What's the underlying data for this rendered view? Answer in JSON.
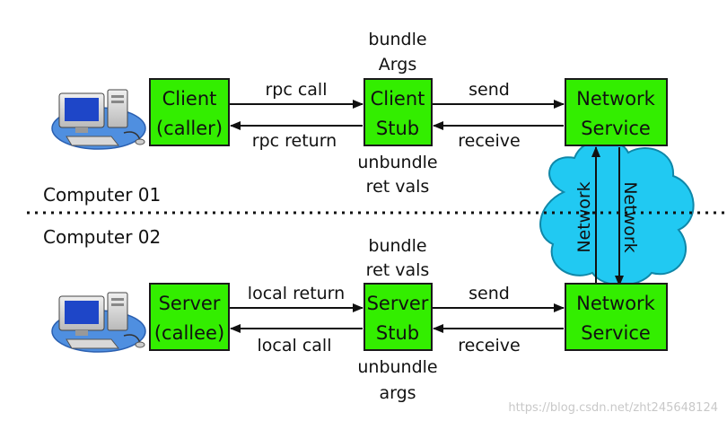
{
  "computer1": {
    "label": "Computer 01",
    "client_box": {
      "line1": "Client",
      "line2": "(caller)"
    },
    "client_stub": {
      "line1": "Client",
      "line2": "Stub"
    },
    "network_service": {
      "line1": "Network",
      "line2": "Service"
    },
    "above_stub": {
      "line1": "bundle",
      "line2": "Args"
    },
    "below_stub": {
      "line1": "unbundle",
      "line2": "ret vals"
    },
    "arrow_labels": {
      "rpc_call": "rpc call",
      "rpc_return": "rpc return",
      "send": "send",
      "receive": "receive"
    }
  },
  "computer2": {
    "label": "Computer 02",
    "server_box": {
      "line1": "Server",
      "line2": "(callee)"
    },
    "server_stub": {
      "line1": "Server",
      "line2": "Stub"
    },
    "network_service": {
      "line1": "Network",
      "line2": "Service"
    },
    "above_stub": {
      "line1": "bundle",
      "line2": "ret vals"
    },
    "below_stub": {
      "line1": "unbundle",
      "line2": "args"
    },
    "arrow_labels": {
      "local_return": "local return",
      "local_call": "local call",
      "send": "send",
      "receive": "receive"
    }
  },
  "network_cloud": {
    "left_label": "Network",
    "right_label": "Network",
    "color": "#21c9f2"
  },
  "colors": {
    "box_fill": "#33ee00",
    "box_stroke": "#1a1a1a",
    "arrow": "#111111"
  },
  "icons": [
    "computer-icon",
    "computer-icon"
  ],
  "watermark": "https://blog.csdn.net/zht245648124"
}
